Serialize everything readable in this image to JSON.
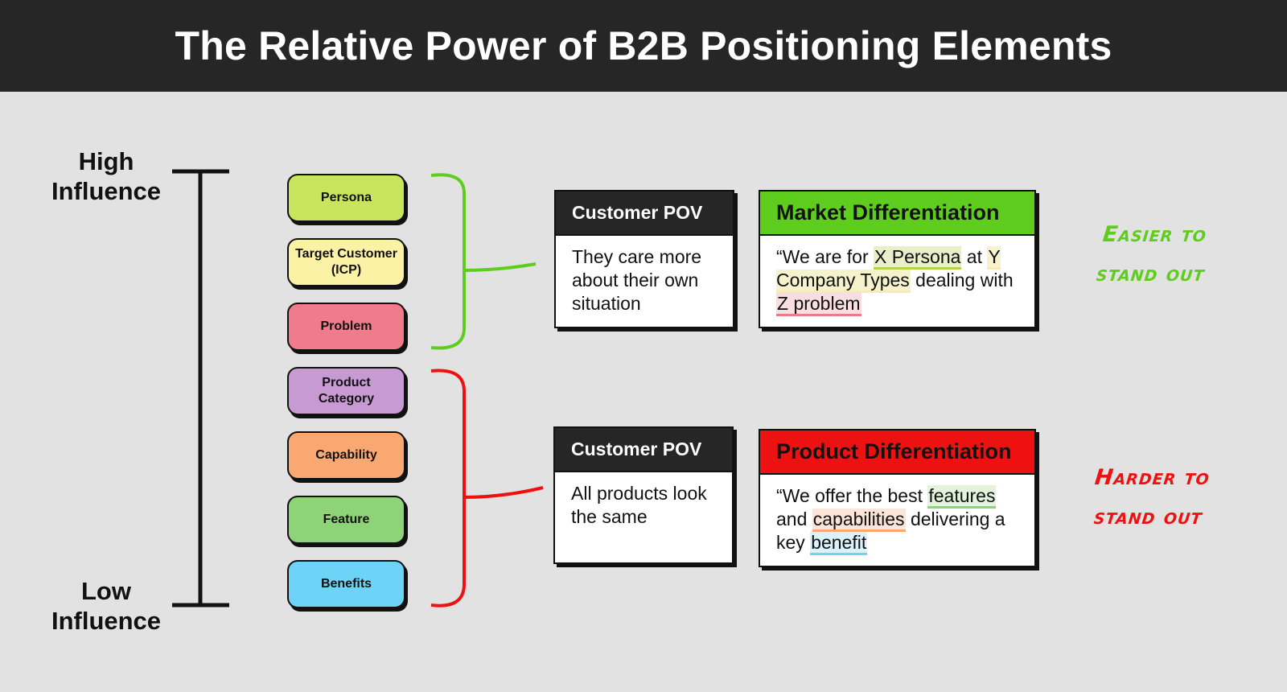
{
  "title": "The Relative Power of B2B Positioning Elements",
  "axis": {
    "high": [
      "High",
      "Influence"
    ],
    "low": [
      "Low",
      "Influence"
    ]
  },
  "elements": [
    {
      "lines": [
        "Persona"
      ],
      "color": "#c9e55b"
    },
    {
      "lines": [
        "Target Customer",
        "(ICP)"
      ],
      "color": "#fbf2a6"
    },
    {
      "lines": [
        "Problem"
      ],
      "color": "#ef7b8b"
    },
    {
      "lines": [
        "Product",
        "Category"
      ],
      "color": "#c89ad3"
    },
    {
      "lines": [
        "Capability"
      ],
      "color": "#f9a872"
    },
    {
      "lines": [
        "Feature"
      ],
      "color": "#8ed377"
    },
    {
      "lines": [
        "Benefits"
      ],
      "color": "#6dd4f7"
    }
  ],
  "groups": {
    "top": {
      "bracket_color": "#5fcd1e",
      "pov": {
        "title": "Customer POV",
        "text": "They care more about their own situation"
      },
      "diff": {
        "title": "Market Differentiation",
        "quote_open": "“We are for ",
        "hl1": "X Persona",
        "mid1": " at ",
        "hl2": "Y Company Types",
        "mid2": " dealing with ",
        "hl3": "Z problem"
      },
      "note": [
        "Easier to",
        "stand out"
      ],
      "note_color": "#5fcd1e"
    },
    "bottom": {
      "bracket_color": "#ee1111",
      "pov": {
        "title": "Customer POV",
        "text": "All products look the same"
      },
      "diff": {
        "title": "Product Differentiation",
        "quote_open": "“We offer the best ",
        "hl1": "features",
        "mid1": " and ",
        "hl2": "capabilities",
        "mid2": " delivering a key ",
        "hl3": "benefit"
      },
      "note": [
        "Harder to",
        "stand out"
      ],
      "note_color": "#ee1111"
    }
  }
}
